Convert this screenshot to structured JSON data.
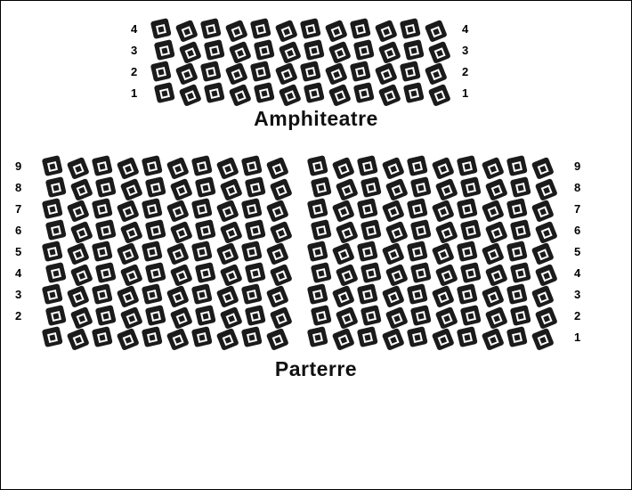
{
  "amphitheatre": {
    "title": "Amphiteatre",
    "rows": 4,
    "seats_per_row": 12,
    "left_row_labels": [
      "4",
      "3",
      "2",
      "1"
    ],
    "right_row_labels": [
      "4",
      "3",
      "2",
      "1"
    ]
  },
  "parterre": {
    "title": "Parterre",
    "left_block": {
      "rows": 9,
      "seats_per_row": 10
    },
    "right_block": {
      "rows": 9,
      "seats_per_row": 10
    },
    "left_row_labels": [
      "9",
      "8",
      "7",
      "6",
      "5",
      "4",
      "3",
      "2",
      ""
    ],
    "right_row_labels": [
      "9",
      "8",
      "7",
      "6",
      "5",
      "4",
      "3",
      "2",
      "1"
    ]
  },
  "colors": {
    "seat_fill": "#1b1b1b",
    "seat_inner_outline": "#ffffff",
    "label_text": "#000000",
    "background": "#ffffff"
  }
}
